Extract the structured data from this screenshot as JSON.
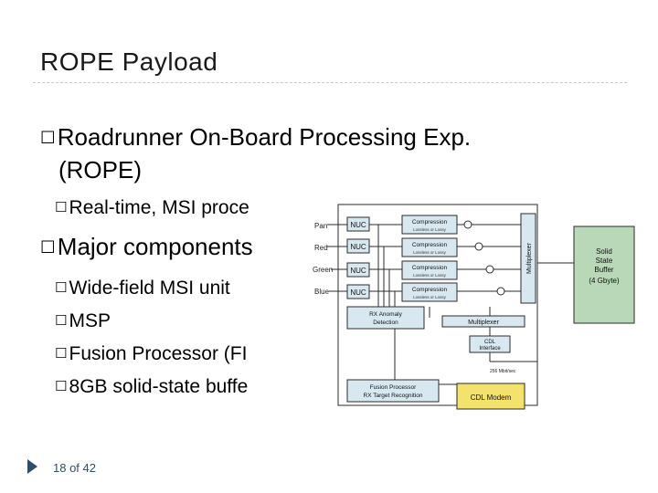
{
  "slide": {
    "title": "ROPE Payload",
    "page": "18 of 42"
  },
  "bullets": {
    "b1_line1": "Roadrunner On-Board Processing Exp.",
    "b1_line2": "(ROPE)",
    "b1_sub1": "Real-time, MSI proce",
    "b2": "Major components",
    "b2_sub1": "Wide-field MSI unit",
    "b2_sub2": "MSP",
    "b2_sub3": "Fusion Processor (FI",
    "b2_sub4": "8GB solid-state buffe"
  },
  "diagram": {
    "channels": [
      "Pan",
      "Red",
      "Green",
      "Blue"
    ],
    "nuc_label": "NUC",
    "compression_label": "Compression",
    "compression_sub": "Lossless or Lossy",
    "multiplexer_label": "Multiplexer",
    "rx_anomaly_label": "RX Anomaly",
    "rx_anomaly_label2": "Detection",
    "multiplexer2_label": "Multiplexer",
    "cdl_interface_label": "CDL",
    "cdl_interface_label2": "Interface",
    "rate_label": "256 Mbit/sec",
    "fusion_label": "Fusion Processor",
    "fusion_label2": "RX Target Recognition",
    "cdl_modem_label": "CDL Modem",
    "ssb_label1": "Solid",
    "ssb_label2": "State",
    "ssb_label3": "Buffer",
    "ssb_label4": "(4 Gbyte)"
  },
  "colors": {
    "box_fill": "#d8e8f0",
    "ssb_fill": "#b8d8b8",
    "modem_fill": "#f3e36a",
    "line": "#2b2b2b"
  }
}
